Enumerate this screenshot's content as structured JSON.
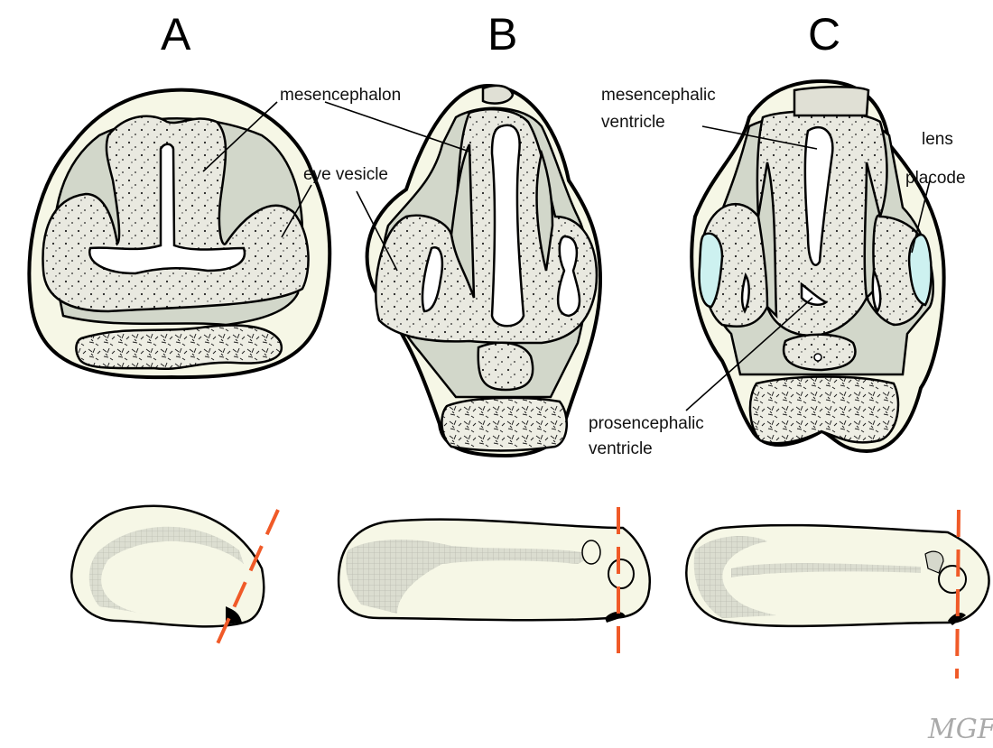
{
  "panels": [
    {
      "letter": "A"
    },
    {
      "letter": "B"
    },
    {
      "letter": "C"
    }
  ],
  "labels": {
    "mesencephalon": "mesencephalon",
    "eye_vesicle": "eye vesicle",
    "mesencephalic_ventricle_1": "mesencephalic",
    "mesencephalic_ventricle_2": "ventricle",
    "lens_placode_1": "lens",
    "lens_placode_2": "placode",
    "prosencephalic_ventricle_1": "prosencephalic",
    "prosencephalic_ventricle_2": "ventricle"
  },
  "signature": "MGF",
  "colors": {
    "epidermis": "#f6f7e6",
    "mesenchyme": "#d2d7ca",
    "neural_tissue": "#e9e9e0",
    "lens": "#cdf1f0",
    "cut_line": "#f05a28"
  }
}
